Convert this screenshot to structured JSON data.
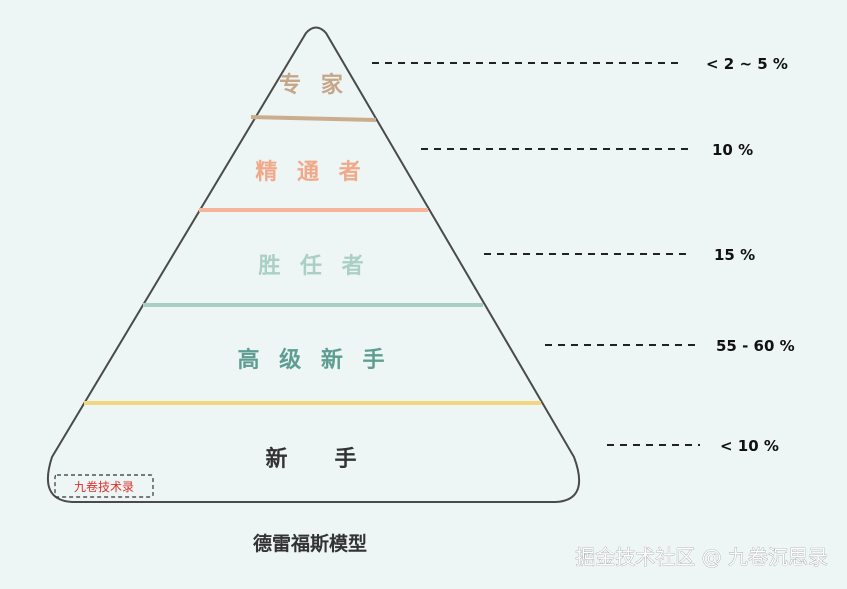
{
  "diagram": {
    "caption": "德雷福斯模型",
    "stamp": "九卷技术录",
    "watermark": "掘金技术社区 @ 九卷沉思录",
    "levels": [
      {
        "label": "专 家",
        "percent": "< 2 ~ 5 %",
        "color": "#c6a689",
        "divider_color": "#c9ad8e"
      },
      {
        "label": "精 通 者",
        "percent": "10 %",
        "color": "#f2a98a",
        "divider_color": "#f6b49a"
      },
      {
        "label": "胜 任 者",
        "percent": "15 %",
        "color": "#a9d0c3",
        "divider_color": "#a7cfc2"
      },
      {
        "label": "高 级 新 手",
        "percent": "55 - 60 %",
        "color": "#5e9e92",
        "divider_color": "#f2d77e"
      },
      {
        "label": "新   手",
        "percent": "< 10 %",
        "color": "#333333"
      }
    ]
  }
}
